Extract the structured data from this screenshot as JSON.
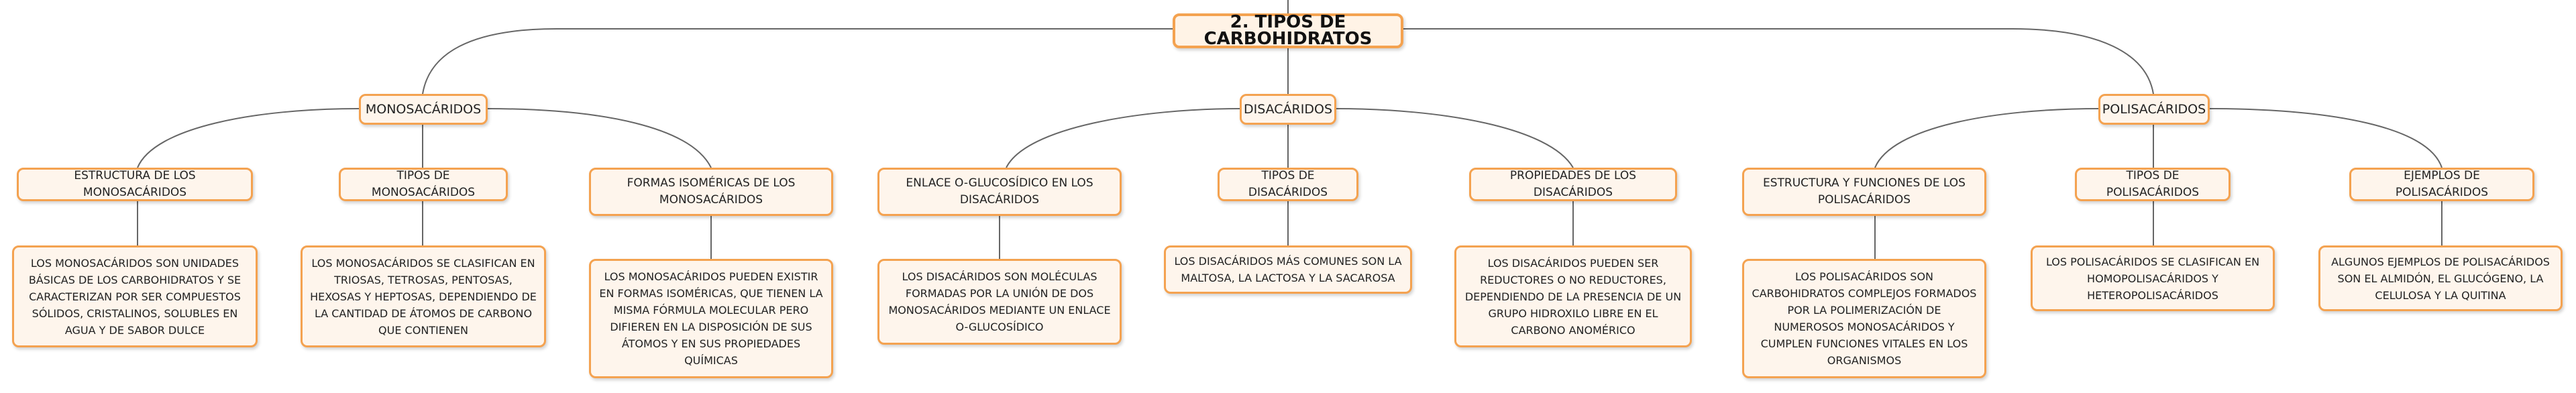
{
  "title": "2. TIPOS DE CARBOHIDRATOS",
  "branches": [
    {
      "label": "MONOSACÁRIDOS",
      "topics": [
        {
          "label": "ESTRUCTURA DE LOS MONOSACÁRIDOS",
          "text": "LOS MONOSACÁRIDOS SON UNIDADES BÁSICAS DE LOS CARBOHIDRATOS Y SE CARACTERIZAN POR SER COMPUESTOS SÓLIDOS, CRISTALINOS, SOLUBLES EN AGUA Y DE SABOR DULCE"
        },
        {
          "label": "TIPOS DE MONOSACÁRIDOS",
          "text": "LOS MONOSACÁRIDOS SE CLASIFICAN EN TRIOSAS, TETROSAS, PENTOSAS, HEXOSAS Y HEPTOSAS, DEPENDIENDO DE LA CANTIDAD DE ÁTOMOS DE CARBONO QUE CONTIENEN"
        },
        {
          "label": "FORMAS ISOMÉRICAS DE LOS MONOSACÁRIDOS",
          "text": "LOS MONOSACÁRIDOS PUEDEN EXISTIR EN FORMAS ISOMÉRICAS, QUE TIENEN LA MISMA FÓRMULA MOLECULAR PERO DIFIEREN EN LA DISPOSICIÓN DE SUS ÁTOMOS Y EN SUS PROPIEDADES QUÍMICAS"
        }
      ]
    },
    {
      "label": "DISACÁRIDOS",
      "topics": [
        {
          "label": "ENLACE O-GLUCOSÍDICO EN LOS DISACÁRIDOS",
          "text": "LOS DISACÁRIDOS SON MOLÉCULAS FORMADAS POR LA UNIÓN DE DOS MONOSACÁRIDOS MEDIANTE UN ENLACE O-GLUCOSÍDICO"
        },
        {
          "label": "TIPOS DE DISACÁRIDOS",
          "text": "LOS DISACÁRIDOS MÁS COMUNES SON LA MALTOSA, LA LACTOSA Y LA SACAROSA"
        },
        {
          "label": "PROPIEDADES DE LOS DISACÁRIDOS",
          "text": "LOS DISACÁRIDOS PUEDEN SER REDUCTORES O NO REDUCTORES, DEPENDIENDO DE LA PRESENCIA DE UN GRUPO HIDROXILO LIBRE EN EL CARBONO ANOMÉRICO"
        }
      ]
    },
    {
      "label": "POLISACÁRIDOS",
      "topics": [
        {
          "label": "ESTRUCTURA Y FUNCIONES DE LOS POLISACÁRIDOS",
          "text": "LOS POLISACÁRIDOS SON CARBOHIDRATOS COMPLEJOS FORMADOS POR LA POLIMERIZACIÓN DE NUMEROSOS MONOSACÁRIDOS Y CUMPLEN FUNCIONES VITALES EN LOS ORGANISMOS"
        },
        {
          "label": "TIPOS DE POLISACÁRIDOS",
          "text": "LOS POLISACÁRIDOS SE CLASIFICAN EN HOMOPOLISACÁRIDOS Y HETEROPOLISACÁRIDOS"
        },
        {
          "label": "EJEMPLOS DE POLISACÁRIDOS",
          "text": "ALGUNOS EJEMPLOS DE POLISACÁRIDOS SON EL ALMIDÓN, EL GLUCÓGENO, LA CELULOSA Y LA QUITINA"
        }
      ]
    }
  ],
  "colors": {
    "border": "#f4a250",
    "fill": "#fef5ec",
    "line": "#666666"
  }
}
